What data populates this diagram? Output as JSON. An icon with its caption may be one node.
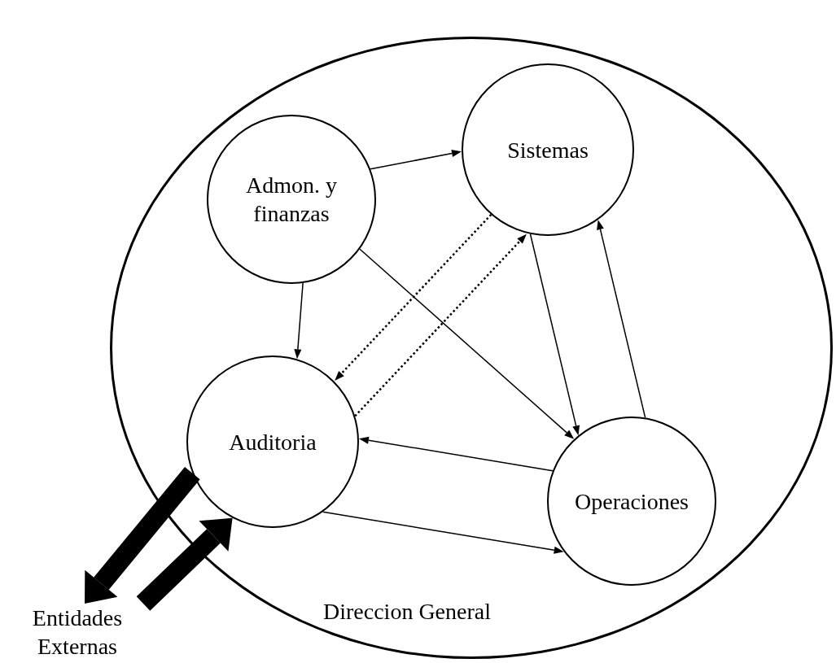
{
  "diagram": {
    "nodes": [
      {
        "text": [
          "Direccion General"
        ]
      },
      {
        "text": [
          "Admon. y finanzas"
        ],
        "in": 0
      },
      {
        "text": [
          "Sistemas"
        ],
        "in": 0
      },
      {
        "text": [
          "Auditoria"
        ],
        "in": 0
      },
      {
        "text": [
          "Operaciones"
        ],
        "in": 0
      },
      {
        "text": [
          "Entidades Externas"
        ]
      }
    ],
    "edges": [
      {
        "from": 1,
        "to": 2,
        "arrow": "to"
      },
      {
        "from": 1,
        "to": 3,
        "arrow": "to"
      },
      {
        "from": 1,
        "to": 4,
        "arrow": "to"
      },
      {
        "from": 2,
        "to": 3,
        "arrow": "to",
        "style": "dashed"
      },
      {
        "from": 3,
        "to": 2,
        "arrow": "to",
        "style": "dashed"
      },
      {
        "from": 2,
        "to": 4,
        "arrow": "to"
      },
      {
        "from": 4,
        "to": 2,
        "arrow": "to"
      },
      {
        "from": 4,
        "to": 3,
        "arrow": "to"
      },
      {
        "from": 3,
        "to": 4,
        "arrow": "to"
      },
      {
        "from": 3,
        "to": 5,
        "arrow": "to",
        "style": "thick"
      },
      {
        "from": 5,
        "to": 3,
        "arrow": "to",
        "style": "thick"
      }
    ]
  }
}
